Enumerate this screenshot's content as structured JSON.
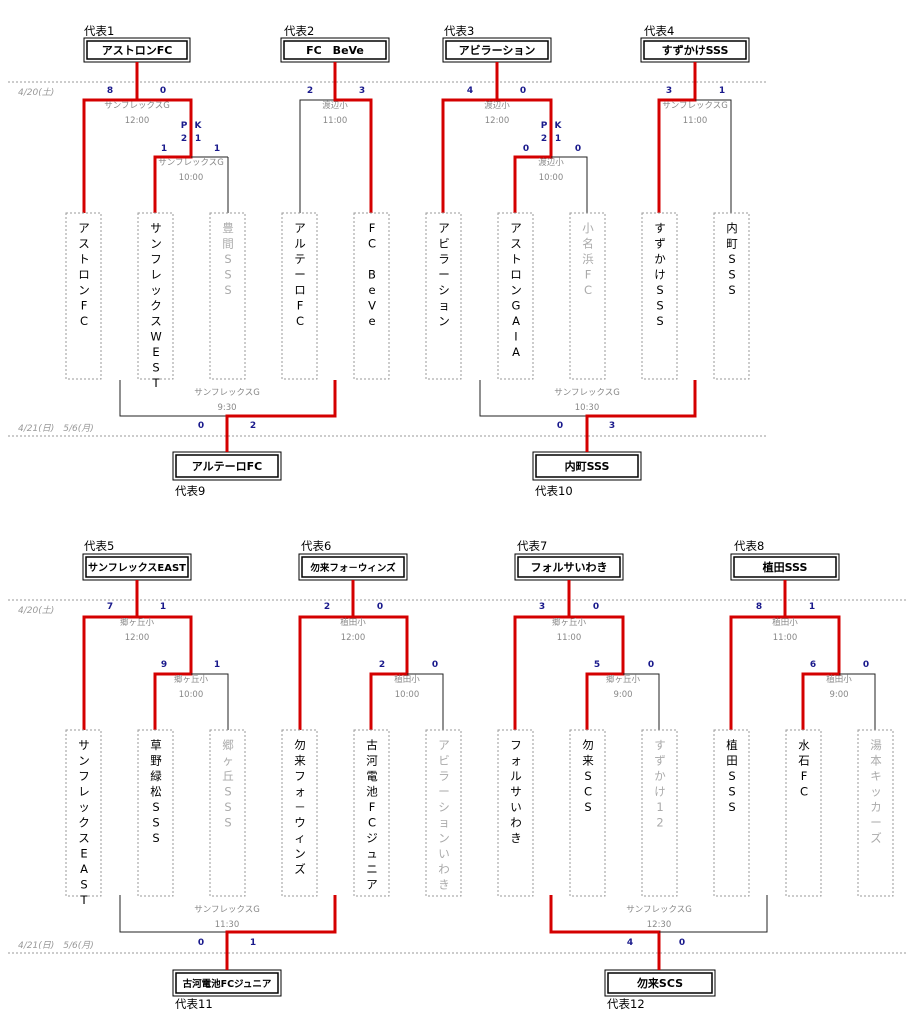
{
  "dates": {
    "d1": "4/20(土)",
    "d2": "4/21(日)　5/6(月)"
  },
  "reps": [
    "代表1",
    "代表2",
    "代表3",
    "代表4",
    "代表5",
    "代表6",
    "代表7",
    "代表8",
    "代表9",
    "代表10",
    "代表11",
    "代表12"
  ],
  "winners": [
    "アストロンFC",
    "FC　BeVe",
    "アビラーション",
    "すずかけSSS",
    "サンフレックスEAST",
    "勿来フォ－ウィンズ",
    "フォルサいわき",
    "植田SSS",
    "アルテーロFC",
    "内町SSS",
    "古河電池FCジュニア",
    "勿来SCS"
  ],
  "teams": [
    {
      "name": "アストロンFC",
      "state": "dark"
    },
    {
      "name": "サンフレックスWEST",
      "state": "dark"
    },
    {
      "name": "豊間SSS",
      "state": "light"
    },
    {
      "name": "アルテーロFC",
      "state": "dark"
    },
    {
      "name": "FC　BeVe",
      "state": "dark"
    },
    {
      "name": "アビラーション",
      "state": "dark"
    },
    {
      "name": "アストロンGAIA",
      "state": "dark"
    },
    {
      "name": "小名浜FC",
      "state": "light"
    },
    {
      "name": "すずかけSSS",
      "state": "dark"
    },
    {
      "name": "内町SSS",
      "state": "dark"
    },
    {
      "name": "サンフレックスEAST",
      "state": "dark"
    },
    {
      "name": "草野緑松SSS",
      "state": "dark"
    },
    {
      "name": "郷ヶ丘SSS",
      "state": "light"
    },
    {
      "name": "勿来フォ－ウィンズ",
      "state": "dark"
    },
    {
      "name": "古河電池FCジュニア",
      "state": "dark"
    },
    {
      "name": "アビラーションいわき",
      "state": "light"
    },
    {
      "name": "フォルサいわき",
      "state": "dark"
    },
    {
      "name": "勿来SCS",
      "state": "dark"
    },
    {
      "name": "すずかけ12",
      "state": "light"
    },
    {
      "name": "植田SSS",
      "state": "dark"
    },
    {
      "name": "水石FC",
      "state": "dark"
    },
    {
      "name": "湯本キッカーズ",
      "state": "light"
    }
  ],
  "venues": [
    {
      "place": "サンフレックスG",
      "time": "12:00"
    },
    {
      "place": "サンフレックスG",
      "time": "10:00"
    },
    {
      "place": "渡辺小",
      "time": "11:00"
    },
    {
      "place": "渡辺小",
      "time": "12:00"
    },
    {
      "place": "渡辺小",
      "time": "10:00"
    },
    {
      "place": "サンフレックスG",
      "time": "11:00"
    },
    {
      "place": "サンフレックスG",
      "time": "9:30"
    },
    {
      "place": "サンフレックスG",
      "time": "10:30"
    },
    {
      "place": "郷ヶ丘小",
      "time": "12:00"
    },
    {
      "place": "郷ヶ丘小",
      "time": "10:00"
    },
    {
      "place": "植田小",
      "time": "12:00"
    },
    {
      "place": "植田小",
      "time": "10:00"
    },
    {
      "place": "郷ヶ丘小",
      "time": "11:00"
    },
    {
      "place": "郷ヶ丘小",
      "time": "9:00"
    },
    {
      "place": "植田小",
      "time": "11:00"
    },
    {
      "place": "植田小",
      "time": "9:00"
    },
    {
      "place": "サンフレックスG",
      "time": "11:30"
    },
    {
      "place": "サンフレックスG",
      "time": "12:30"
    }
  ],
  "scores": [
    "8",
    "0",
    "1",
    "1",
    "2",
    "3",
    "4",
    "0",
    "0",
    "0",
    "3",
    "1",
    "0",
    "2",
    "0",
    "3",
    "7",
    "1",
    "9",
    "1",
    "2",
    "0",
    "2",
    "0",
    "3",
    "0",
    "5",
    "0",
    "8",
    "1",
    "6",
    "0",
    "0",
    "1",
    "4",
    "0"
  ],
  "pk": [
    "P",
    "K",
    "2",
    "1",
    "P",
    "K",
    "2",
    "1"
  ]
}
